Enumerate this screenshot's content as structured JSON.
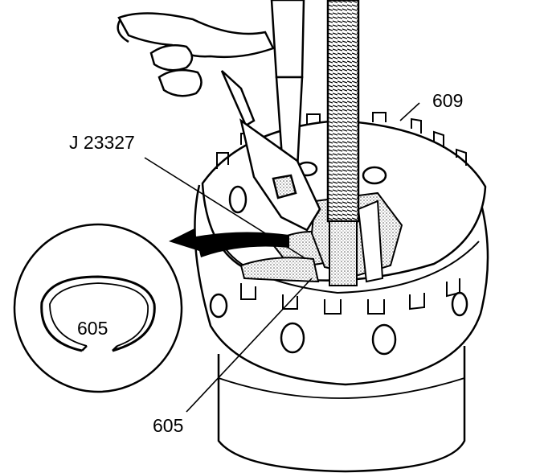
{
  "labels": {
    "tool": "J 23327",
    "drum": "609",
    "snap_ring": "605",
    "snap_ring_inset": "605"
  },
  "colors": {
    "ink": "#000000",
    "paper": "#ffffff",
    "stipple": "#bdbdbd"
  }
}
